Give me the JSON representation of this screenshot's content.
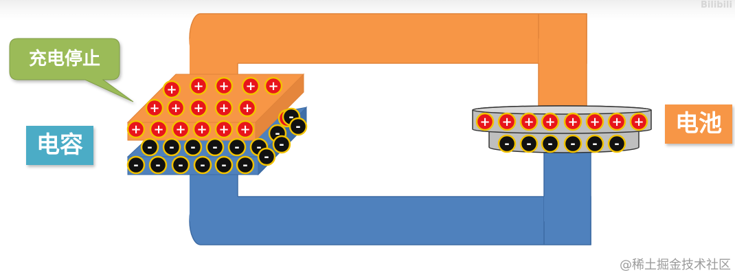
{
  "labels": {
    "capacitor": "电容",
    "battery": "电池",
    "callout": "充电停止"
  },
  "watermark": "@稀土掘金技术社区",
  "corner_mark": "Bilibili",
  "charges": {
    "positive_symbol": "+",
    "negative_symbol": "-",
    "capacitor_top_plate": {
      "sign": "+",
      "count": 17
    },
    "capacitor_bottom_plate": {
      "sign": "-",
      "count": 17
    },
    "battery_positive_terminal": {
      "sign": "+",
      "count": 8
    },
    "battery_negative_terminal": {
      "sign": "-",
      "count": 6
    }
  },
  "colors": {
    "positive_wire": "#f79646",
    "negative_wire": "#4f81bd",
    "positive_charge_fill": "#e8151b",
    "negative_charge_fill": "#111111",
    "charge_ring": "#f2c200",
    "callout_fill": "#9bbb59",
    "capacitor_label_fill": "#4bacc6",
    "battery_label_fill": "#f79646",
    "battery_top_disc": "#bfbfbf"
  }
}
